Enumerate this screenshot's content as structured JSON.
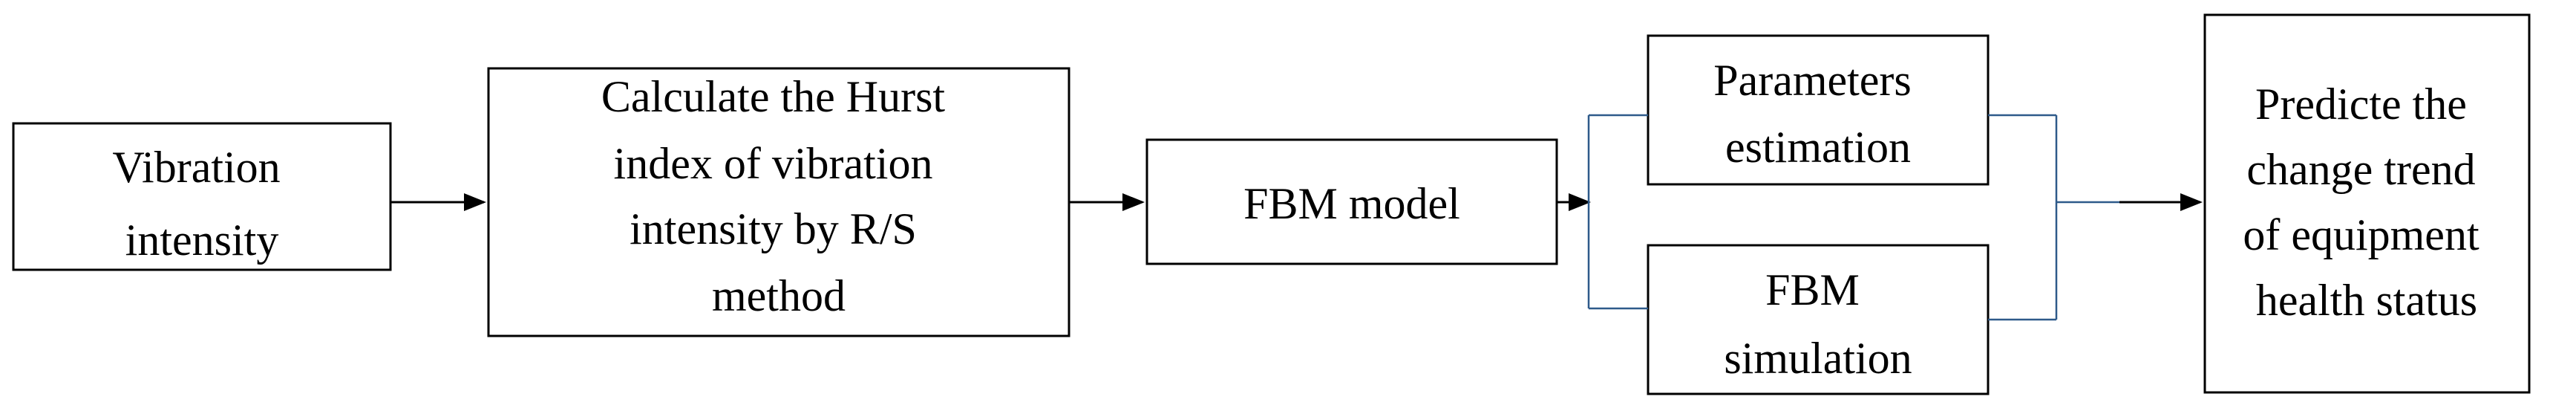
{
  "diagram": {
    "nodes": {
      "vibration_intensity": {
        "lines": [
          "Vibration",
          "intensity"
        ]
      },
      "hurst_calc": {
        "lines": [
          "Calculate the Hurst",
          "index of vibration",
          "intensity by R/S",
          "method"
        ]
      },
      "fbm_model": {
        "lines": [
          "FBM model"
        ]
      },
      "parameters_estimation": {
        "lines": [
          "Parameters",
          "estimation"
        ]
      },
      "fbm_simulation": {
        "lines": [
          "FBM",
          "simulation"
        ]
      },
      "prediction": {
        "lines": [
          "Predicte the",
          "change trend",
          "of equipment",
          "health status"
        ]
      }
    },
    "edges": [
      {
        "from": "vibration_intensity",
        "to": "hurst_calc"
      },
      {
        "from": "hurst_calc",
        "to": "fbm_model"
      },
      {
        "from": "fbm_model",
        "to": "parameters_estimation"
      },
      {
        "from": "fbm_model",
        "to": "fbm_simulation"
      },
      {
        "from": "parameters_estimation",
        "to": "prediction"
      },
      {
        "from": "fbm_simulation",
        "to": "prediction"
      }
    ],
    "colors": {
      "box_stroke": "#000000",
      "arrow": "#000000",
      "branch_connector": "#2e5a8a",
      "text": "#000000",
      "background": "#ffffff"
    }
  }
}
